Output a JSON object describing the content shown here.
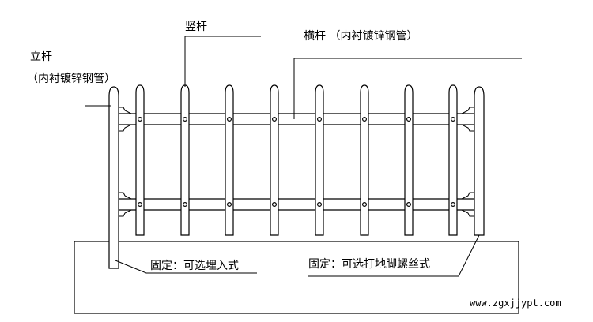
{
  "labels": {
    "picket": "竖杆",
    "rail": "横杆 （内衬镀锌钢管）",
    "post_line1": "立杆",
    "post_line2": "（内衬镀锌钢管）",
    "fix_embed": "固定：可选埋入式",
    "fix_bolt": "固定：可选打地脚螺丝式"
  },
  "watermark": "www.zgxjjypt.com",
  "diagram": {
    "picket_count": 8,
    "rail_count": 2,
    "stroke_color": "#000000",
    "background": "#ffffff"
  }
}
